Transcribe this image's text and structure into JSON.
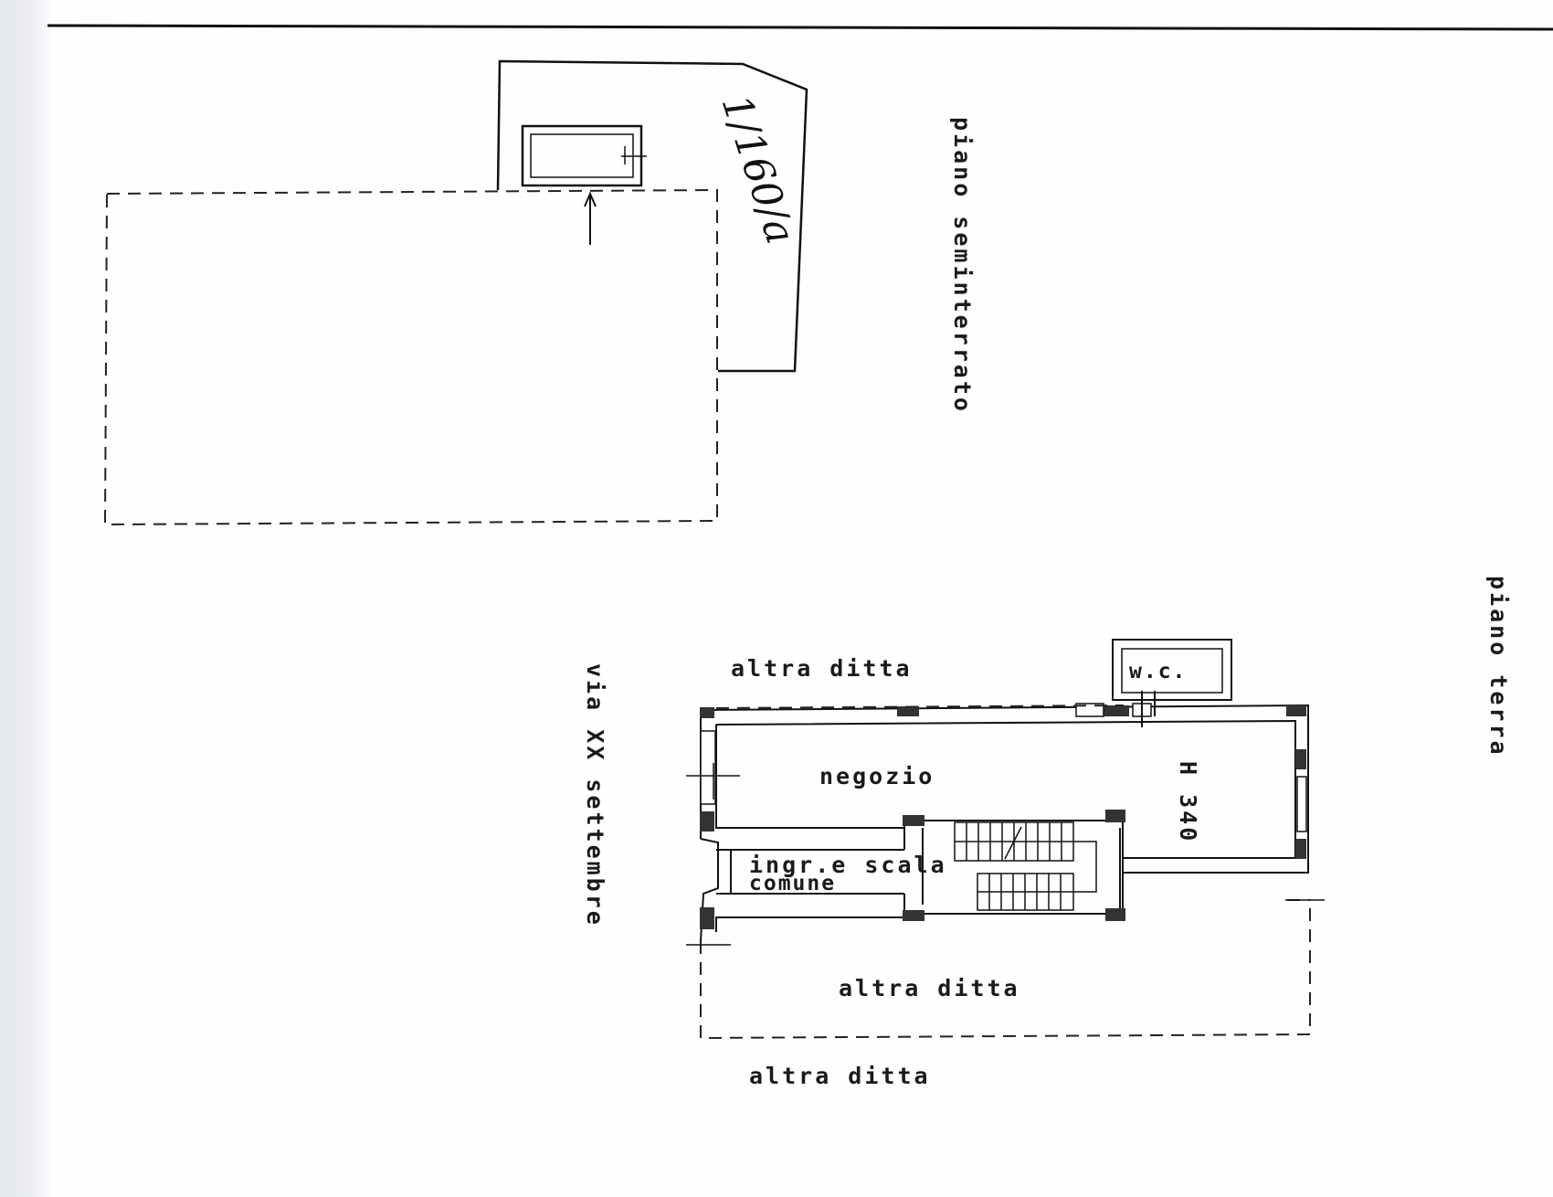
{
  "sheet": {
    "handwritten_note": "1/160/a"
  },
  "labels": {
    "piano_seminterrato": "piano seminterrato",
    "piano_terra": "piano terra",
    "street": "via XX settembre",
    "altra_ditta_top": "altra ditta",
    "altra_ditta_inner": "altra ditta",
    "altra_ditta_bottom": "altra ditta",
    "wc": "w.c.",
    "negozio": "negozio",
    "height": "H 340",
    "ingresso_line1": "ingr.e scala",
    "ingresso_line2": "comune"
  }
}
